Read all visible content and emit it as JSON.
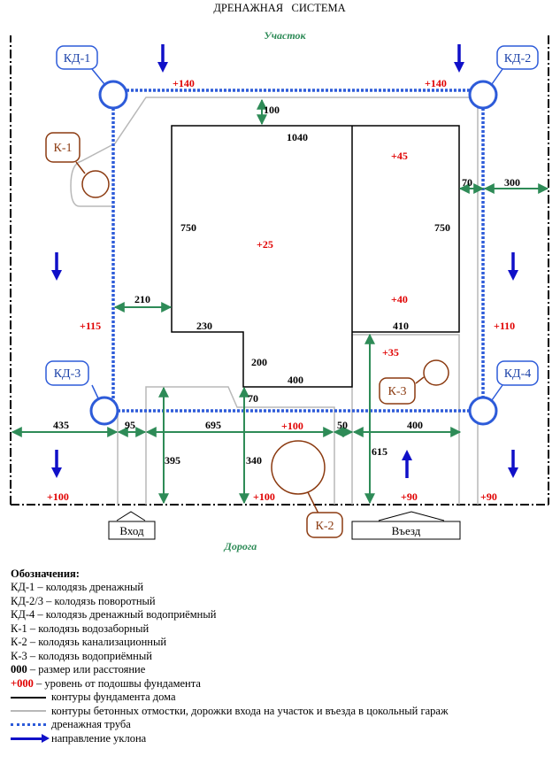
{
  "title": "ДРЕНАЖНАЯ   СИСТЕМА",
  "site_label": "Участок",
  "road_label": "Дорога",
  "wells": {
    "kd1": "КД-1",
    "kd2": "КД-2",
    "kd3": "КД-3",
    "kd4": "КД-4",
    "k1": "К-1",
    "k2": "К-2",
    "k3": "К-3"
  },
  "gates": {
    "entrance": "Вход",
    "drive": "Въезд"
  },
  "dimensions": {
    "d100_top": "100",
    "d1040": "1040",
    "d750_left": "750",
    "d750_right": "750",
    "d70_right": "70",
    "d300": "300",
    "d210": "210",
    "d230": "230",
    "d410": "410",
    "d200": "200",
    "d400_mid": "400",
    "d70_low": "70",
    "d435": "435",
    "d95": "95",
    "d695": "695",
    "d50": "50",
    "d400_bottom": "400",
    "d395": "395",
    "d340": "340",
    "d615": "615"
  },
  "levels": {
    "l140_left": "+140",
    "l140_right": "+140",
    "l45": "+45",
    "l25": "+25",
    "l40": "+40",
    "l115": "+115",
    "l110": "+110",
    "l35": "+35",
    "l100_mid": "+100",
    "l100_left": "+100",
    "l100_bottom": "+100",
    "l90_mid": "+90",
    "l90_right": "+90"
  },
  "legend": {
    "heading": "Обозначения:",
    "items": [
      "КД-1 – колодязь дренажный",
      "КД-2/3 – колодязь поворотный",
      "КД-4 – колодязь дренажный водоприёмный",
      "К-1 – колодязь водозаборный",
      "К-2 – колодязь канализационный",
      "К-3 – колодязь водоприёмный"
    ],
    "dim_sample": "000",
    "dim_text": " – размер или расстояние",
    "level_sample": "+000",
    "level_text": " – уровень от подошвы фундамента",
    "line_house": "контуры фундамента дома",
    "line_concrete": "контуры бетонных отмостки, дорожки входа на участок и въезда в цокольный гараж",
    "line_drain": "дренажная труба",
    "line_slope": "направление уклона"
  },
  "colors": {
    "drain": "#2d5bd9",
    "level": "#e00000",
    "dimension": "#2e8b57",
    "well_brown": "#8b3a10",
    "concrete": "#b8b8b8",
    "arrow": "#1010c8"
  }
}
